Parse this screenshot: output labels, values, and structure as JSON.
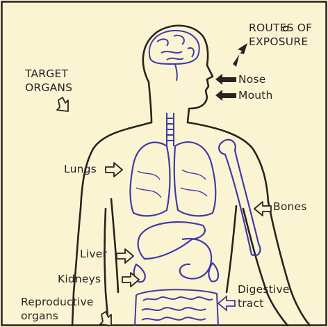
{
  "header": {
    "routes_line1": "ROUTES OF",
    "routes_line2": "EXPOSURE",
    "target_line1": "TARGET",
    "target_line2": "ORGANS"
  },
  "routes_of_exposure": [
    {
      "label": "Nose",
      "icon": "filled-arrow-left-icon"
    },
    {
      "label": "Mouth",
      "icon": "filled-arrow-left-icon"
    }
  ],
  "target_organs": [
    {
      "label": "Lungs",
      "icon": "outline-arrow-right-icon"
    },
    {
      "label": "Bones",
      "icon": "outline-arrow-left-icon"
    },
    {
      "label": "Liver",
      "icon": "outline-arrow-right-icon"
    },
    {
      "label": "Kidneys",
      "icon": "outline-arrow-right-icon"
    },
    {
      "label": "Reproductive",
      "label_line2": "organs",
      "icon": "outline-arrow-down-right-icon"
    },
    {
      "label": "Digestive",
      "label_line2": "tract",
      "icon": "outline-arrow-left-icon"
    }
  ],
  "colors": {
    "background": "#faf4d3",
    "outline": "#2b2220",
    "organs": "#3f3aa8"
  }
}
